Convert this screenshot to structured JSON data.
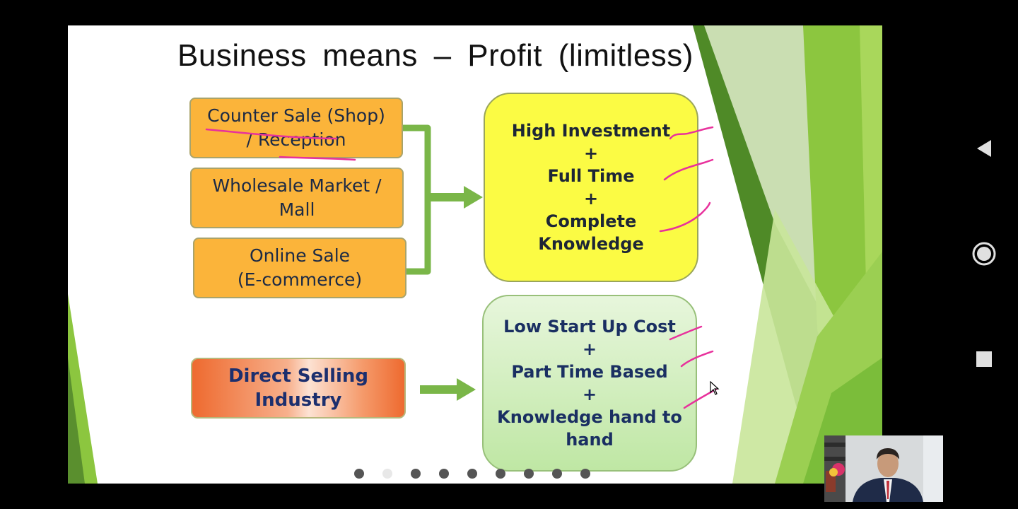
{
  "slide": {
    "title": "Business  means  –  Profit  (limitless)",
    "channels": [
      {
        "line1": "Counter Sale (Shop)",
        "line2": "/ Reception"
      },
      {
        "line1": "Wholesale Market /",
        "line2": "Mall"
      },
      {
        "line1": "Online Sale",
        "line2": "(E-commerce)"
      }
    ],
    "traditional_result": {
      "items": [
        "High Investment",
        "+",
        "Full Time",
        "+",
        "Complete",
        "Knowledge"
      ]
    },
    "direct_selling": {
      "line1": "Direct Selling",
      "line2": "Industry"
    },
    "direct_result": {
      "items": [
        "Low Start Up Cost",
        "+",
        "Part Time Based",
        "+",
        "Knowledge hand to",
        "hand"
      ]
    },
    "pagination": {
      "total": 9,
      "current": 2
    }
  },
  "colors": {
    "orange_box": "#fbb43a",
    "yellow_box": "#fbfb44",
    "green_box": "#bfe7a4",
    "arrow": "#7ab648",
    "pen_marks": "#e8319c",
    "theme_green": "#8cc63f"
  },
  "navbar": {
    "icons": [
      "back-icon",
      "home-icon",
      "recents-icon"
    ]
  },
  "video_overlay": {
    "icon": "presenter-video-icon"
  }
}
